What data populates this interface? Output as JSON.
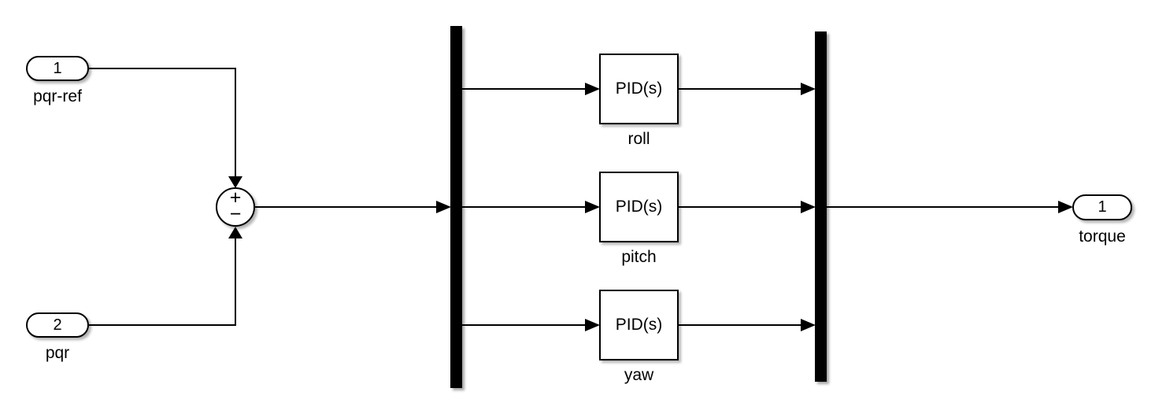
{
  "diagram": {
    "type": "simulink-block-diagram",
    "background_color": "#ffffff",
    "stroke_color": "#000000",
    "block_fill_color": "#ffffff",
    "inports": [
      {
        "number": "1",
        "label": "pqr-ref"
      },
      {
        "number": "2",
        "label": "pqr"
      }
    ],
    "sum_block": {
      "top_sign": "+",
      "bottom_sign": "−"
    },
    "controllers": [
      {
        "block_text": "PID(s)",
        "label": "roll"
      },
      {
        "block_text": "PID(s)",
        "label": "pitch"
      },
      {
        "block_text": "PID(s)",
        "label": "yaw"
      }
    ],
    "outport": {
      "number": "1",
      "label": "torque"
    }
  }
}
